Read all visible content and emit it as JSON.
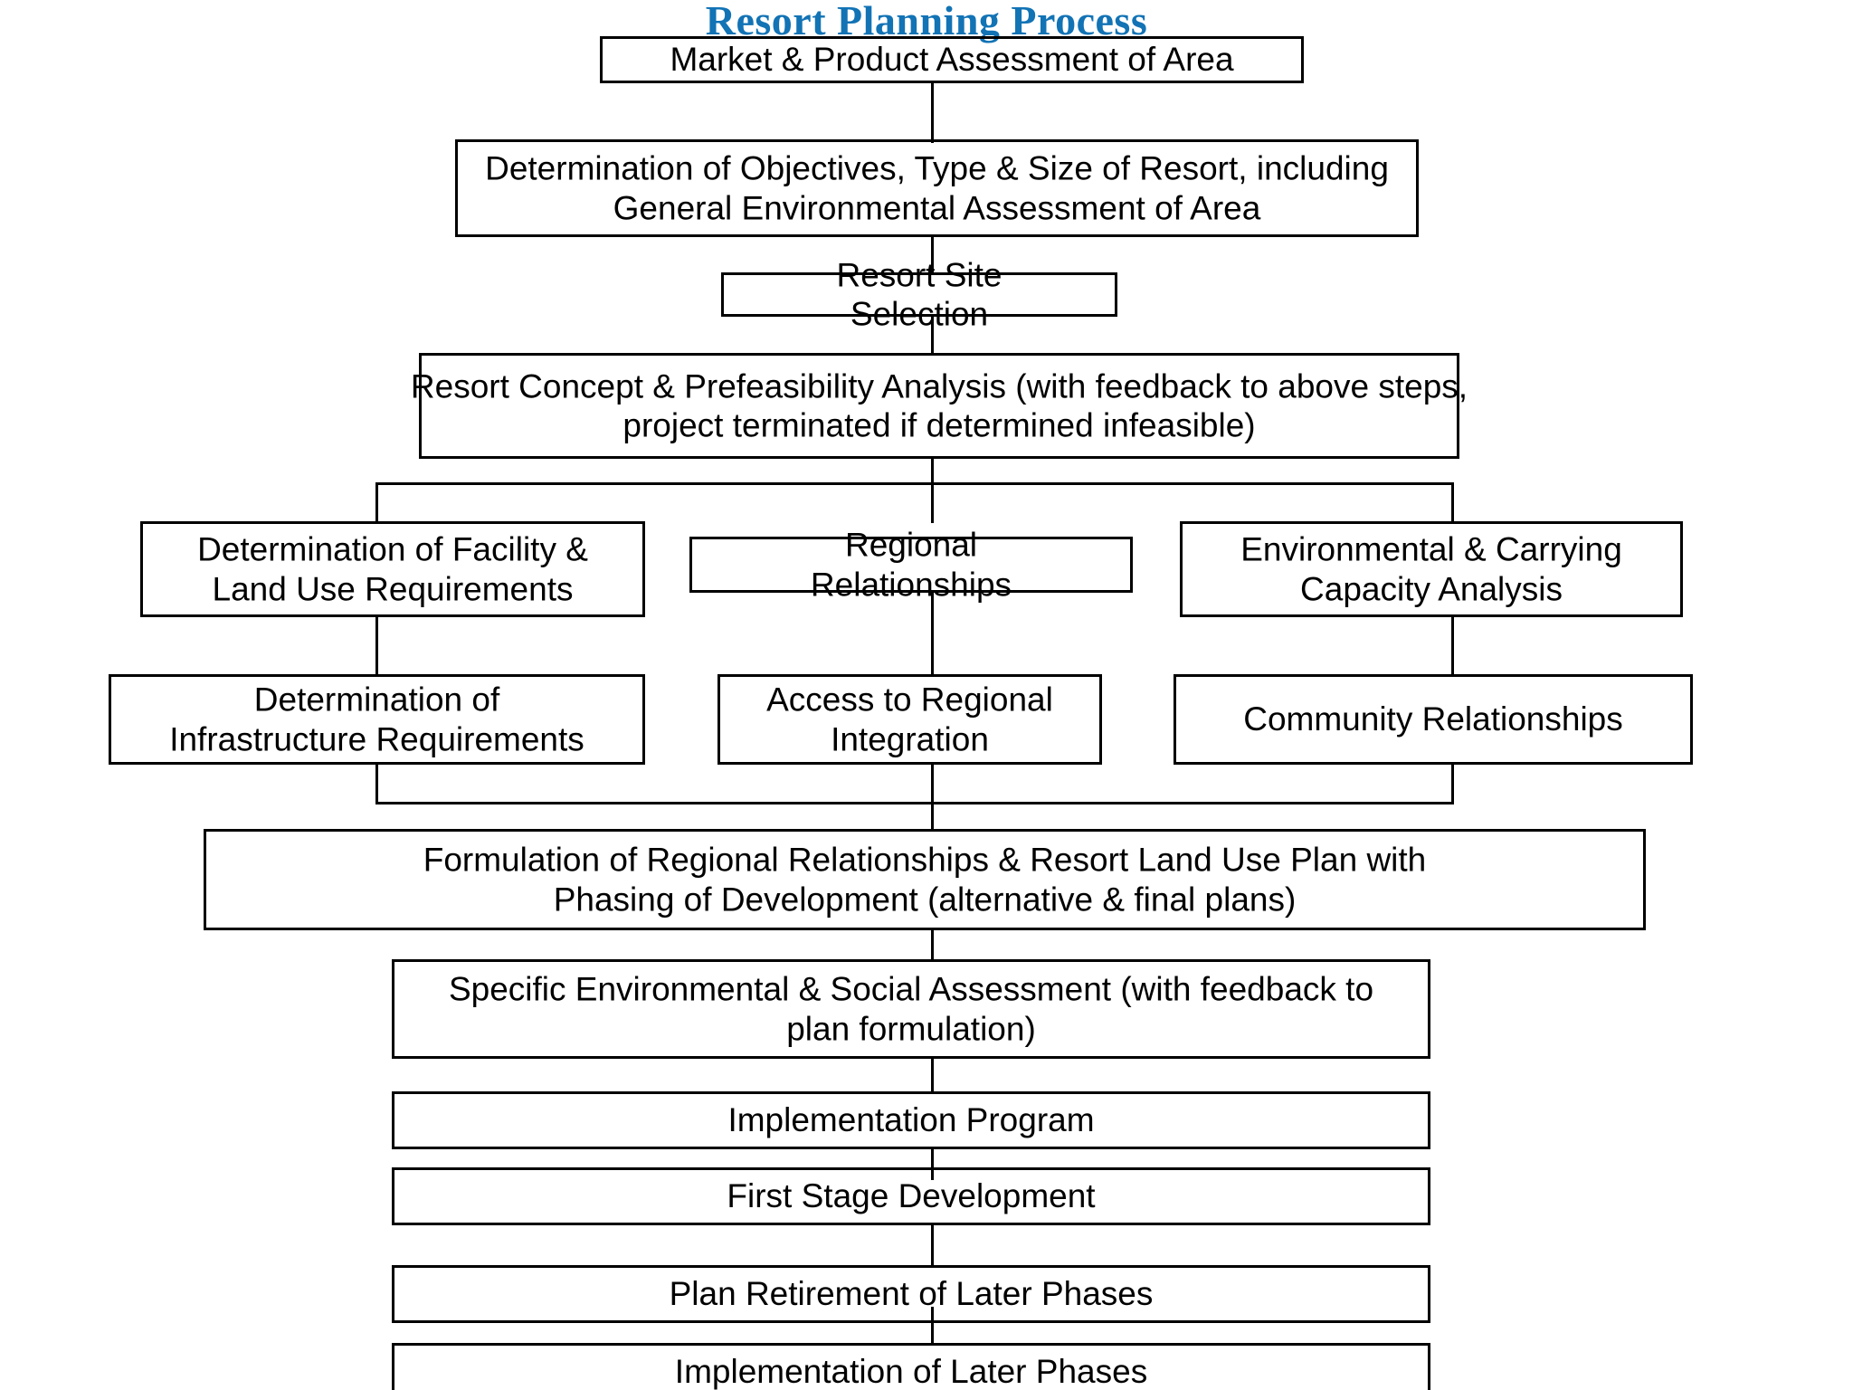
{
  "title": "Resort Planning Process",
  "title_color": "#1273B5",
  "box_border_color": "#000000",
  "text_color": "#000000",
  "background": "#ffffff",
  "chart_data": {
    "type": "flowchart",
    "title": "Resort Planning Process",
    "orientation": "top-to-bottom",
    "nodes": [
      {
        "id": "n1",
        "label": "Market & Product Assessment of Area"
      },
      {
        "id": "n2",
        "label": "Determination of Objectives, Type & Size of Resort, including General Environmental Assessment of Area"
      },
      {
        "id": "n3",
        "label": "Resort Site Selection"
      },
      {
        "id": "n4",
        "label": "Resort Concept & Prefeasibility Analysis (with feedback to above steps, project terminated if determined infeasible)"
      },
      {
        "id": "n5a",
        "label": "Determination of Facility & Land Use Requirements"
      },
      {
        "id": "n5b",
        "label": "Regional Relationships"
      },
      {
        "id": "n5c",
        "label": "Environmental & Carrying Capacity Analysis"
      },
      {
        "id": "n6a",
        "label": "Determination of Infrastructure Requirements"
      },
      {
        "id": "n6b",
        "label": "Access to Regional Integration"
      },
      {
        "id": "n6c",
        "label": "Community Relationships"
      },
      {
        "id": "n7",
        "label": "Formulation of Regional Relationships & Resort Land Use Plan with Phasing of Development (alternative & final plans)"
      },
      {
        "id": "n8",
        "label": "Specific Environmental & Social Assessment (with feedback to plan formulation)"
      },
      {
        "id": "n9",
        "label": "Implementation Program"
      },
      {
        "id": "n10",
        "label": "First Stage Development"
      },
      {
        "id": "n11",
        "label": "Plan Retirement of Later Phases"
      },
      {
        "id": "n12",
        "label": "Implementation of Later Phases"
      }
    ],
    "edges": [
      {
        "from": "n1",
        "to": "n2"
      },
      {
        "from": "n2",
        "to": "n3"
      },
      {
        "from": "n3",
        "to": "n4"
      },
      {
        "from": "n4",
        "to": "n5a"
      },
      {
        "from": "n4",
        "to": "n5b"
      },
      {
        "from": "n4",
        "to": "n5c"
      },
      {
        "from": "n5a",
        "to": "n6a"
      },
      {
        "from": "n5b",
        "to": "n6b"
      },
      {
        "from": "n5c",
        "to": "n6c"
      },
      {
        "from": "n6a",
        "to": "n7"
      },
      {
        "from": "n6b",
        "to": "n7"
      },
      {
        "from": "n6c",
        "to": "n7"
      },
      {
        "from": "n7",
        "to": "n8"
      },
      {
        "from": "n8",
        "to": "n9"
      },
      {
        "from": "n9",
        "to": "n10"
      },
      {
        "from": "n10",
        "to": "n11"
      },
      {
        "from": "n11",
        "to": "n12"
      }
    ]
  }
}
